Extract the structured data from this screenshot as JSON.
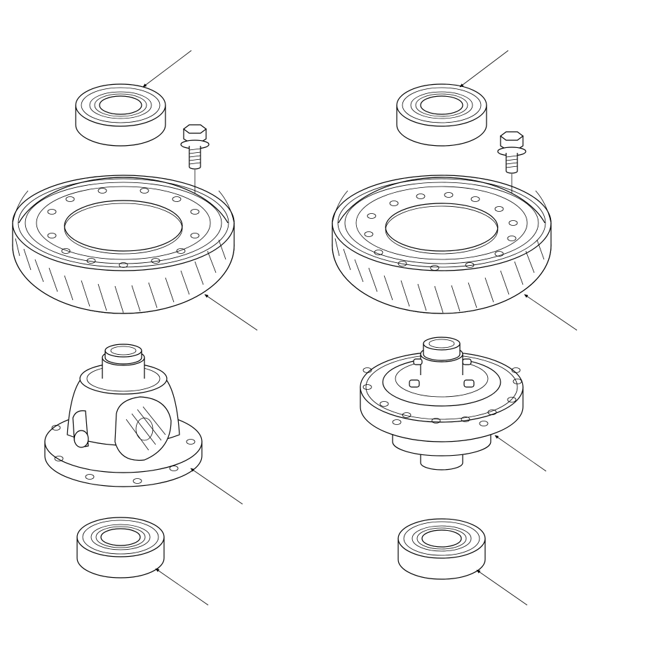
{
  "diagram": {
    "type": "exploded-parts-diagram",
    "assemblies": [
      {
        "name": "left-differential-assembly",
        "parts": [
          "upper-bearing",
          "flange-bolt",
          "final-driven-gear",
          "open-differential-carrier",
          "lower-bearing"
        ]
      },
      {
        "name": "right-differential-assembly",
        "parts": [
          "upper-bearing",
          "flange-bolt",
          "final-driven-gear",
          "limited-slip-differential-carrier",
          "lower-bearing"
        ]
      }
    ],
    "colors": {
      "line": "#000000",
      "background": "#ffffff"
    }
  }
}
